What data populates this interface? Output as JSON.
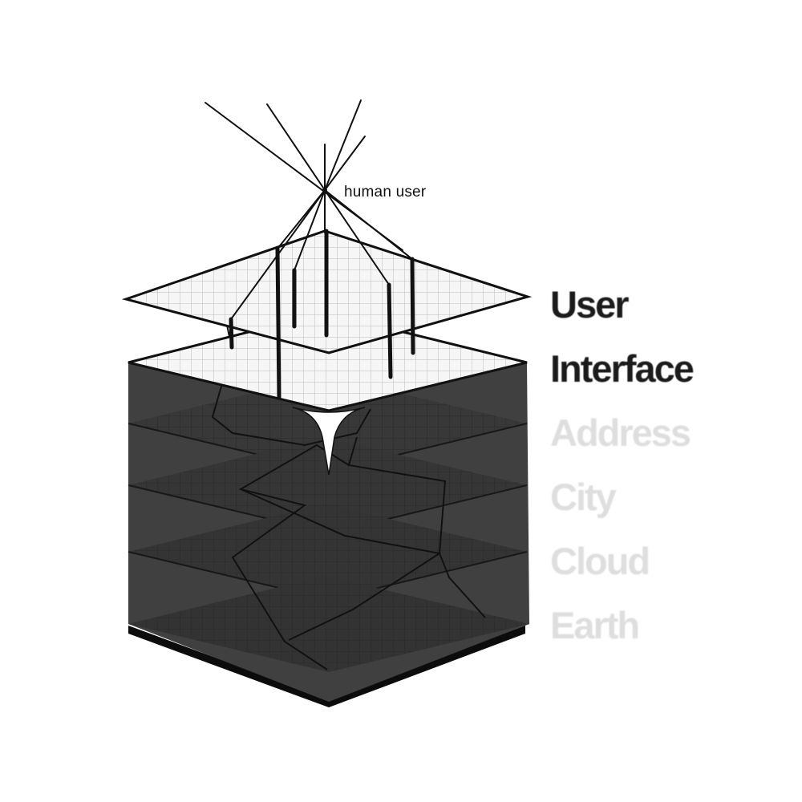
{
  "diagram": {
    "user_label": "human user",
    "layers": [
      {
        "label": "User",
        "state": "active"
      },
      {
        "label": "Interface",
        "state": "active"
      },
      {
        "label": "Address",
        "state": "inactive"
      },
      {
        "label": "City",
        "state": "inactive"
      },
      {
        "label": "Cloud",
        "state": "inactive"
      },
      {
        "label": "Earth",
        "state": "inactive"
      }
    ],
    "colors": {
      "active_text": "#1b1b1b",
      "inactive_text": "#dedede",
      "cube_fill": "#3f3f3f",
      "cube_base": "#0c0c0c",
      "plane_fill": "#ffffff",
      "stroke": "#111111"
    }
  }
}
